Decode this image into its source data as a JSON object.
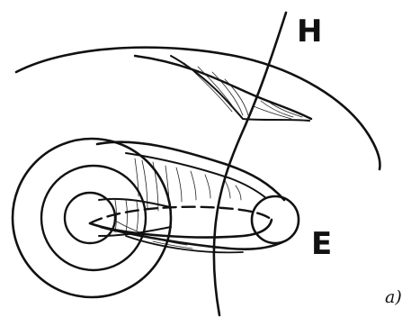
{
  "diagram": {
    "labels": {
      "H": "H",
      "E": "E",
      "panel": "a)"
    },
    "colors": {
      "ink": "#111111",
      "background": "#ffffff"
    }
  }
}
